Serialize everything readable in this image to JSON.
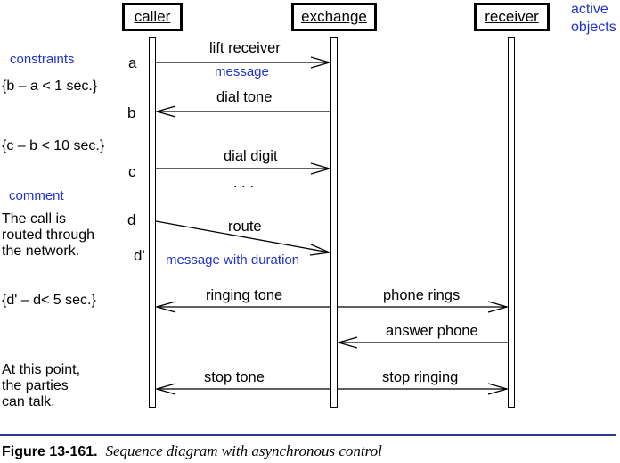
{
  "objects": {
    "caller": "caller",
    "exchange": "exchange",
    "receiver": "receiver"
  },
  "annotations": {
    "active_objects": "active objects",
    "constraints": "constraints",
    "message": "message",
    "comment": "comment",
    "message_with_duration": "message with duration"
  },
  "time_marks": {
    "a": "a",
    "b": "b",
    "c": "c",
    "d": "d",
    "d_prime": "d'"
  },
  "constraints": {
    "c1": "{b – a < 1 sec.}",
    "c2": "{c – b < 10 sec.}",
    "c3": "{d' – d< 5 sec.}"
  },
  "messages": {
    "lift_receiver": "lift receiver",
    "dial_tone": "dial tone",
    "dial_digit": "dial digit",
    "ellipsis": ". . .",
    "route": "route",
    "ringing_tone": "ringing tone",
    "phone_rings": "phone rings",
    "answer_phone": "answer phone",
    "stop_tone": "stop tone",
    "stop_ringing": "stop ringing"
  },
  "comments": {
    "call_routed": [
      "The call is",
      "routed through",
      "the network."
    ],
    "parties_talk": [
      "At this point,",
      "the parties",
      "can talk."
    ]
  },
  "caption": {
    "number": "Figure 13-161.",
    "title": "Sequence diagram with asynchronous control"
  },
  "colors": {
    "annotation": "#2233cc",
    "caption_rule": "#2b3a8f"
  }
}
